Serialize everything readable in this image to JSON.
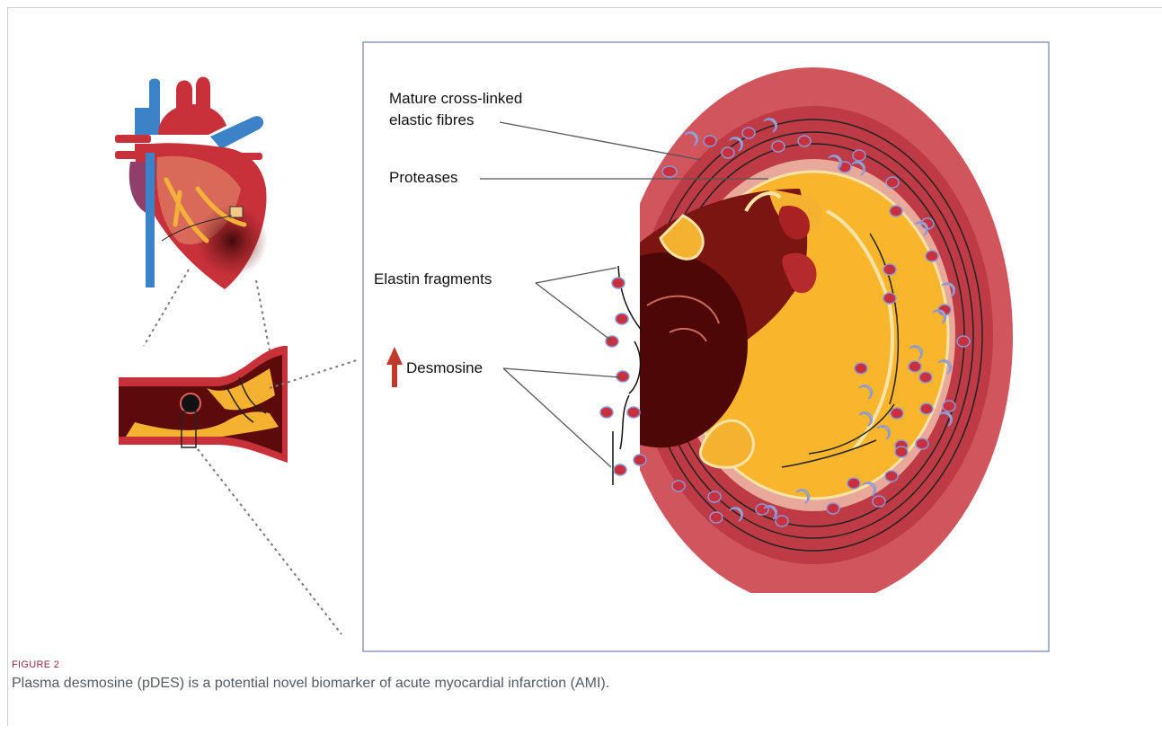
{
  "figure": {
    "label": "FIGURE 2",
    "caption": "Plasma desmosine (pDES) is a potential novel biomarker of acute myocardial infarction (AMI).",
    "callouts": {
      "elastic_line1": "Mature cross-linked",
      "elastic_line2": "elastic fibres",
      "proteases": "Proteases",
      "elastin_fragments": "Elastin fragments",
      "desmosine": "Desmosine"
    }
  },
  "colors": {
    "accent_label": "#9b2743",
    "vessel_wall": "#d0555c",
    "wall_inner": "#e8a89a",
    "plaque_yellow": "#f9b52c",
    "thrombus": "#5c0a0a",
    "elastin_marker": "#c9303d",
    "protease": "#f4dc4a",
    "heart_red": "#c8313a",
    "heart_blue": "#3b82c7",
    "panel_border": "#8a98b8"
  },
  "icons": {
    "desmosine_increase": "up-arrow-icon"
  }
}
